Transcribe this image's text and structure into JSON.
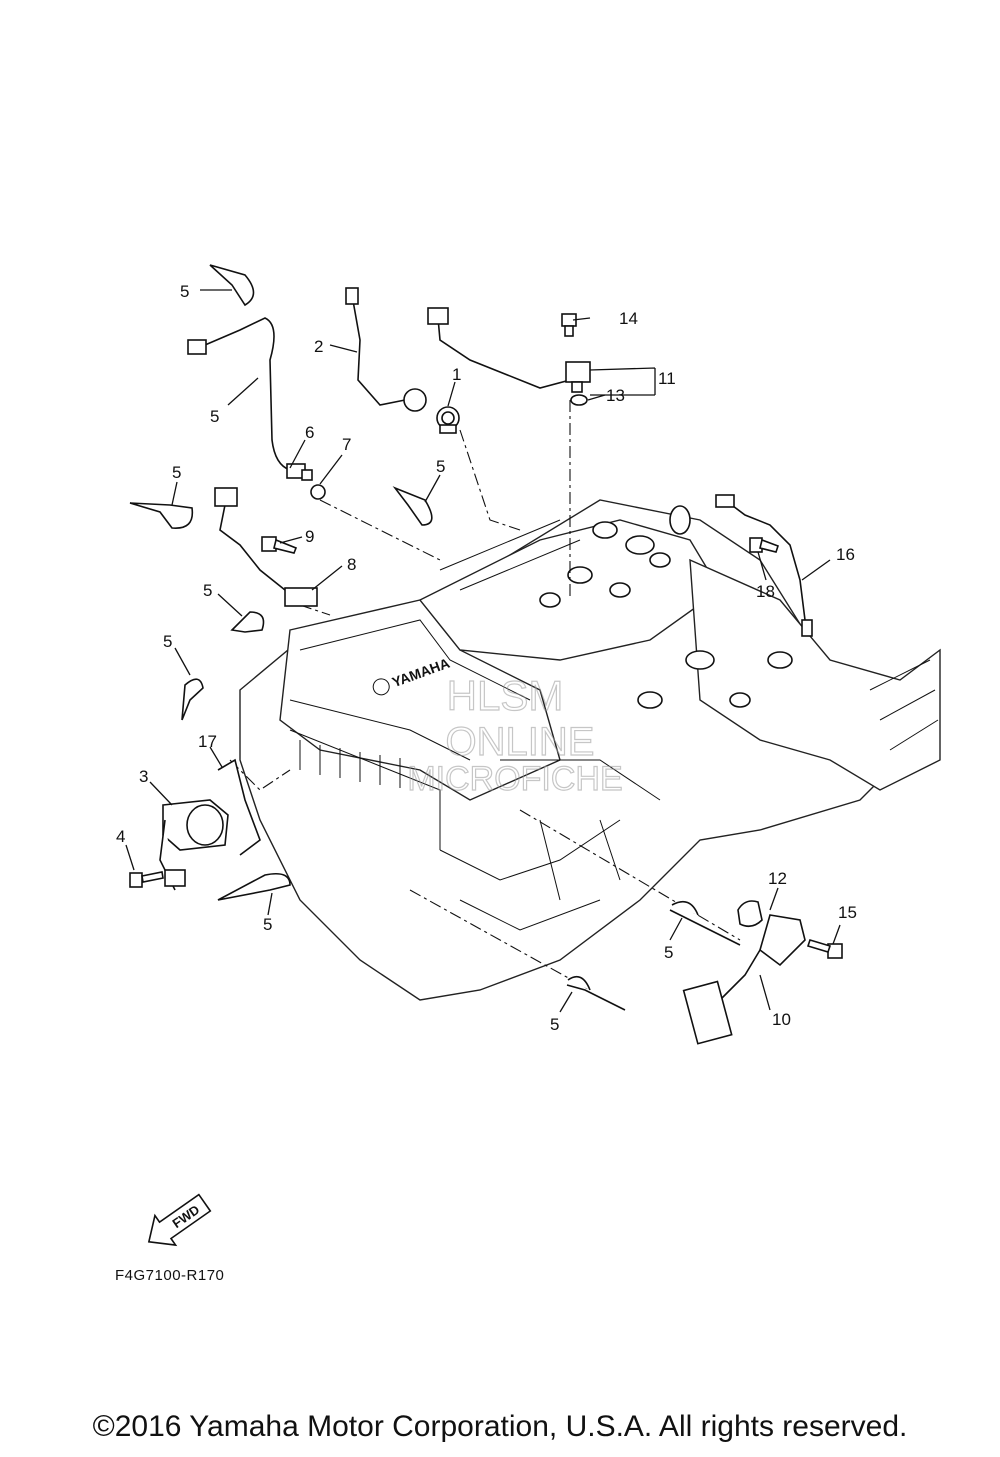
{
  "diagram": {
    "callouts": [
      {
        "id": "c1",
        "label": "1"
      },
      {
        "id": "c2",
        "label": "2"
      },
      {
        "id": "c3",
        "label": "3"
      },
      {
        "id": "c4",
        "label": "4"
      },
      {
        "id": "c5a",
        "label": "5"
      },
      {
        "id": "c5b",
        "label": "5"
      },
      {
        "id": "c5c",
        "label": "5"
      },
      {
        "id": "c5d",
        "label": "5"
      },
      {
        "id": "c5e",
        "label": "5"
      },
      {
        "id": "c5f",
        "label": "5"
      },
      {
        "id": "c5g",
        "label": "5"
      },
      {
        "id": "c5h",
        "label": "5"
      },
      {
        "id": "c5i",
        "label": "5"
      },
      {
        "id": "c6",
        "label": "6"
      },
      {
        "id": "c7",
        "label": "7"
      },
      {
        "id": "c8",
        "label": "8"
      },
      {
        "id": "c9",
        "label": "9"
      },
      {
        "id": "c10",
        "label": "10"
      },
      {
        "id": "c11",
        "label": "11"
      },
      {
        "id": "c12",
        "label": "12"
      },
      {
        "id": "c13",
        "label": "13"
      },
      {
        "id": "c14",
        "label": "14"
      },
      {
        "id": "c15",
        "label": "15"
      },
      {
        "id": "c16",
        "label": "16"
      },
      {
        "id": "c17",
        "label": "17"
      },
      {
        "id": "c18",
        "label": "18"
      }
    ],
    "engine_logo": "YAMAHA",
    "fwd_label": "FWD",
    "part_code": "F4G7100-R170",
    "watermark": [
      "HLSM",
      "ONLINE",
      "MICROFICHE"
    ]
  },
  "footer": {
    "copyright": "©2016 Yamaha Motor Corporation, U.S.A. All rights reserved."
  }
}
